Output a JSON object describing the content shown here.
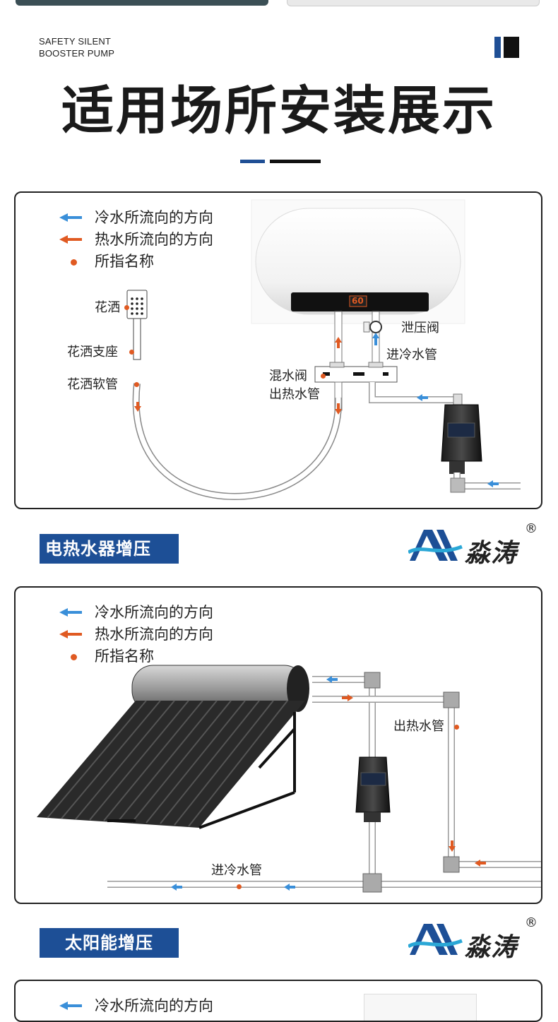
{
  "header": {
    "tagline_line1": "SAFETY SILENT",
    "tagline_line2": "BOOSTER PUMP",
    "title": "适用场所安装展示"
  },
  "colors": {
    "brand_blue": "#1d4f96",
    "cold_arrow": "#3a8fd9",
    "hot_arrow": "#e05a22",
    "title_black": "#1a1a1a"
  },
  "legend": {
    "cold": "冷水所流向的方向",
    "hot": "热水所流向的方向",
    "name": "所指名称"
  },
  "panel1": {
    "labels": {
      "shower": "花洒",
      "shower_seat": "花洒支座",
      "shower_hose": "花洒软管",
      "relief_valve": "泄压阀",
      "cold_inlet": "进冷水管",
      "mix_valve": "混水阀",
      "hot_outlet": "出热水管"
    },
    "heater_display": "60"
  },
  "section1": {
    "badge": "电热水器增压",
    "brand": "淼涛",
    "reg_mark": "®"
  },
  "panel2": {
    "labels": {
      "hot_outlet": "出热水管",
      "cold_inlet": "进冷水管"
    }
  },
  "section2": {
    "badge": "太阳能增压",
    "brand": "淼涛",
    "reg_mark": "®"
  },
  "panel3": {
    "legend_cold": "冷水所流向的方向"
  }
}
